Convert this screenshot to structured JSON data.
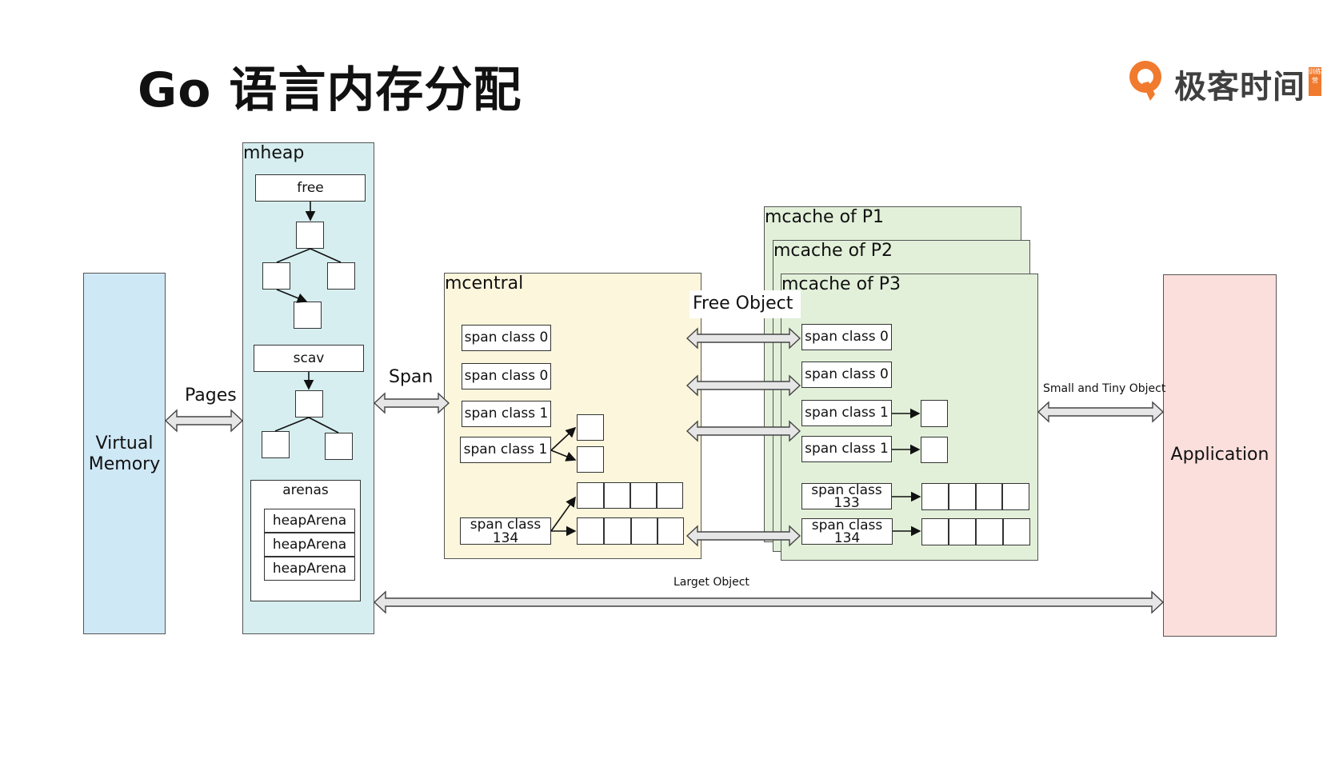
{
  "title": "Go 语言内存分配",
  "logo": {
    "text": "极客时间",
    "tag": "训练营"
  },
  "virtual_memory": {
    "line1": "Virtual",
    "line2": "Memory"
  },
  "mheap": {
    "title": "mheap",
    "free": "free",
    "scav": "scav",
    "arenas": "arenas",
    "heap_arenas": [
      "heapArena",
      "heapArena",
      "heapArena"
    ]
  },
  "mcentral": {
    "title": "mcentral",
    "spans": [
      "span class 0",
      "span class 0",
      "span class 1",
      "span class 1",
      "span class 134"
    ]
  },
  "mcache": {
    "titles": [
      "mcache of P1",
      "mcache of P2",
      "mcache of P3"
    ],
    "spans": [
      "span class 0",
      "span class 0",
      "span class 1",
      "span class 1",
      "span class 133",
      "span class 134"
    ]
  },
  "application": "Application",
  "arrows": {
    "pages": "Pages",
    "span": "Span",
    "free_object": "Free Object",
    "small_tiny": "Small and Tiny Object",
    "large": "Larget Object"
  },
  "colors": {
    "virtual_memory": "#cfe8f6",
    "mheap": "#d6eef0",
    "mcentral": "#fbf6dc",
    "mcache": "#e2f0d9",
    "application": "#fbdfdc",
    "logo": "#f07a2e"
  }
}
